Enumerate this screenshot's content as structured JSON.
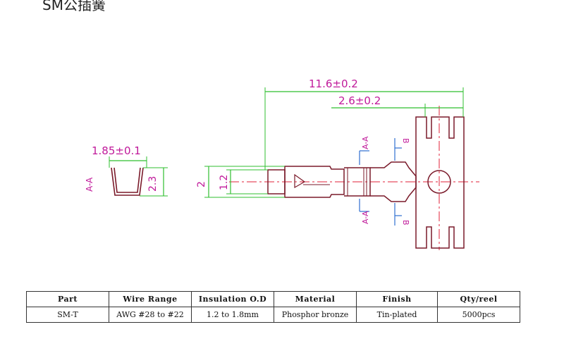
{
  "page": {
    "title": "SM公插簧"
  },
  "drawing": {
    "dim_total_length": "11.6±0.2",
    "dim_tab_width": "2.6±0.2",
    "dim_end_width": "1.85±0.1",
    "dim_end_height": "2.3",
    "dim_body_height": "2",
    "dim_pin_height": "1.2",
    "section_av": "A-A",
    "section_b": "B",
    "end_view_label": "A-A"
  },
  "table": {
    "headers": [
      "Part",
      "Wire Range",
      "Insulation O.D",
      "Material",
      "Finish",
      "Qty/reel"
    ],
    "rows": [
      [
        "SM-T",
        "AWG #28 to #22",
        "1.2 to 1.8mm",
        "Phosphor bronze",
        "Tin-plated",
        "5000pcs"
      ]
    ]
  },
  "colors": {
    "outline": "#7a1a2a",
    "dimension": "#2fbf2f",
    "label": "#c0199a",
    "centerline": "#e0203a",
    "section": "#2f6fd0"
  }
}
